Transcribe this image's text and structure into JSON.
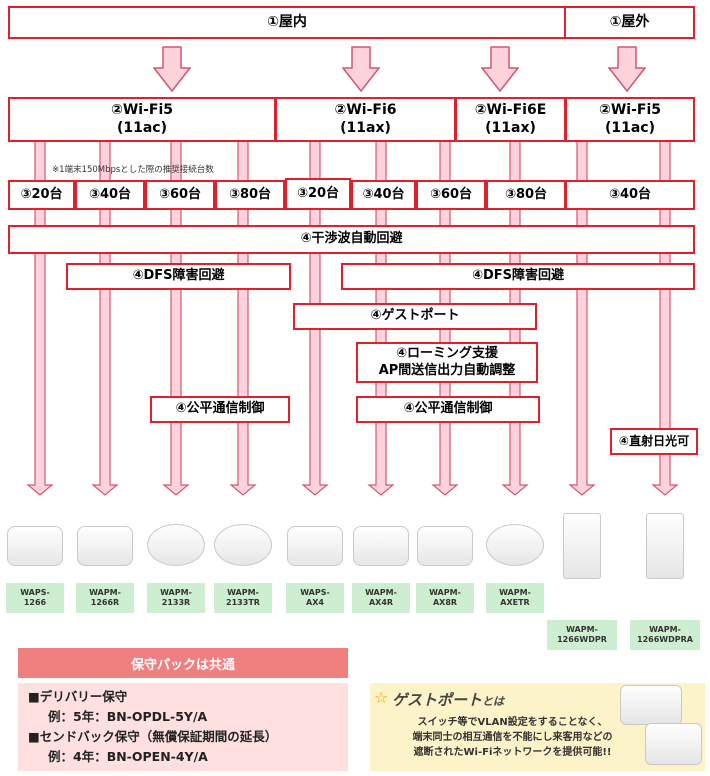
{
  "installation": {
    "indoor": "①屋内",
    "outdoor": "①屋外"
  },
  "standards": [
    {
      "id": "wifi5-in",
      "label": "②Wi-Fi5\n(11ac)"
    },
    {
      "id": "wifi6",
      "label": "②Wi-Fi6\n(11ax)"
    },
    {
      "id": "wifi6e",
      "label": "②Wi-Fi6E\n(11ax)"
    },
    {
      "id": "wifi5-out",
      "label": "②Wi-Fi5\n(11ac)"
    }
  ],
  "note": "※1端末150Mbpsとした際の推奨接続台数",
  "capacities": [
    "③20台",
    "③40台",
    "③60台",
    "③80台",
    "③20台",
    "③40台",
    "③60台",
    "③80台",
    "③40台"
  ],
  "features": {
    "interference": "④干渉波自動回避",
    "dfs_left": "④DFS障害回避",
    "dfs_right": "④DFS障害回避",
    "guest_port": "④ゲストポート",
    "roaming": "④ローミング支援\nAP間送信出力自動調整",
    "fair_left": "④公平通信制御",
    "fair_right": "④公平通信制御",
    "sunlight": "④直射日光可"
  },
  "products": [
    {
      "model": "WAPS-\n1266",
      "icon": "square-ap-icon"
    },
    {
      "model": "WAPM-\n1266R",
      "icon": "square-ap-antenna-icon"
    },
    {
      "model": "WAPM-\n2133R",
      "icon": "round-ap-icon"
    },
    {
      "model": "WAPM-\n2133TR",
      "icon": "round-ap-icon"
    },
    {
      "model": "WAPS-\nAX4",
      "icon": "square-ap-icon"
    },
    {
      "model": "WAPM-\nAX4R",
      "icon": "square-ap-antenna-icon"
    },
    {
      "model": "WAPM-\nAX8R",
      "icon": "square-ap-icon"
    },
    {
      "model": "WAPM-\nAXETR",
      "icon": "round-ap-icon"
    },
    {
      "model": "WAPM-\n1266WDPR",
      "icon": "outdoor-ap-icon"
    },
    {
      "model": "WAPM-\n1266WDPRA",
      "icon": "outdoor-ap-icon"
    }
  ],
  "maintenance": {
    "header": "保守パックは共通",
    "delivery": "■デリバリー保守",
    "delivery_example": "例：5年：BN-OPDL-5Y/A",
    "sendback": "■センドバック保守（無償保証期間の延長）",
    "sendback_example": "例：4年：BN-OPEN-4Y/A"
  },
  "guest_info": {
    "title": "ゲストポート",
    "title_suffix": "とは",
    "line1": "スイッチ等でVLAN設定をすることなく、",
    "line2": "端末同士の相互通信を不能にし来客用などの",
    "line3": "遮断されたWi-Fiネットワークを提供可能!!"
  },
  "colors": {
    "border": "#e0202a",
    "arrow_fill": "#fcd3dc",
    "arrow_stroke": "#d2586e",
    "label_bg": "#cdeed0"
  }
}
